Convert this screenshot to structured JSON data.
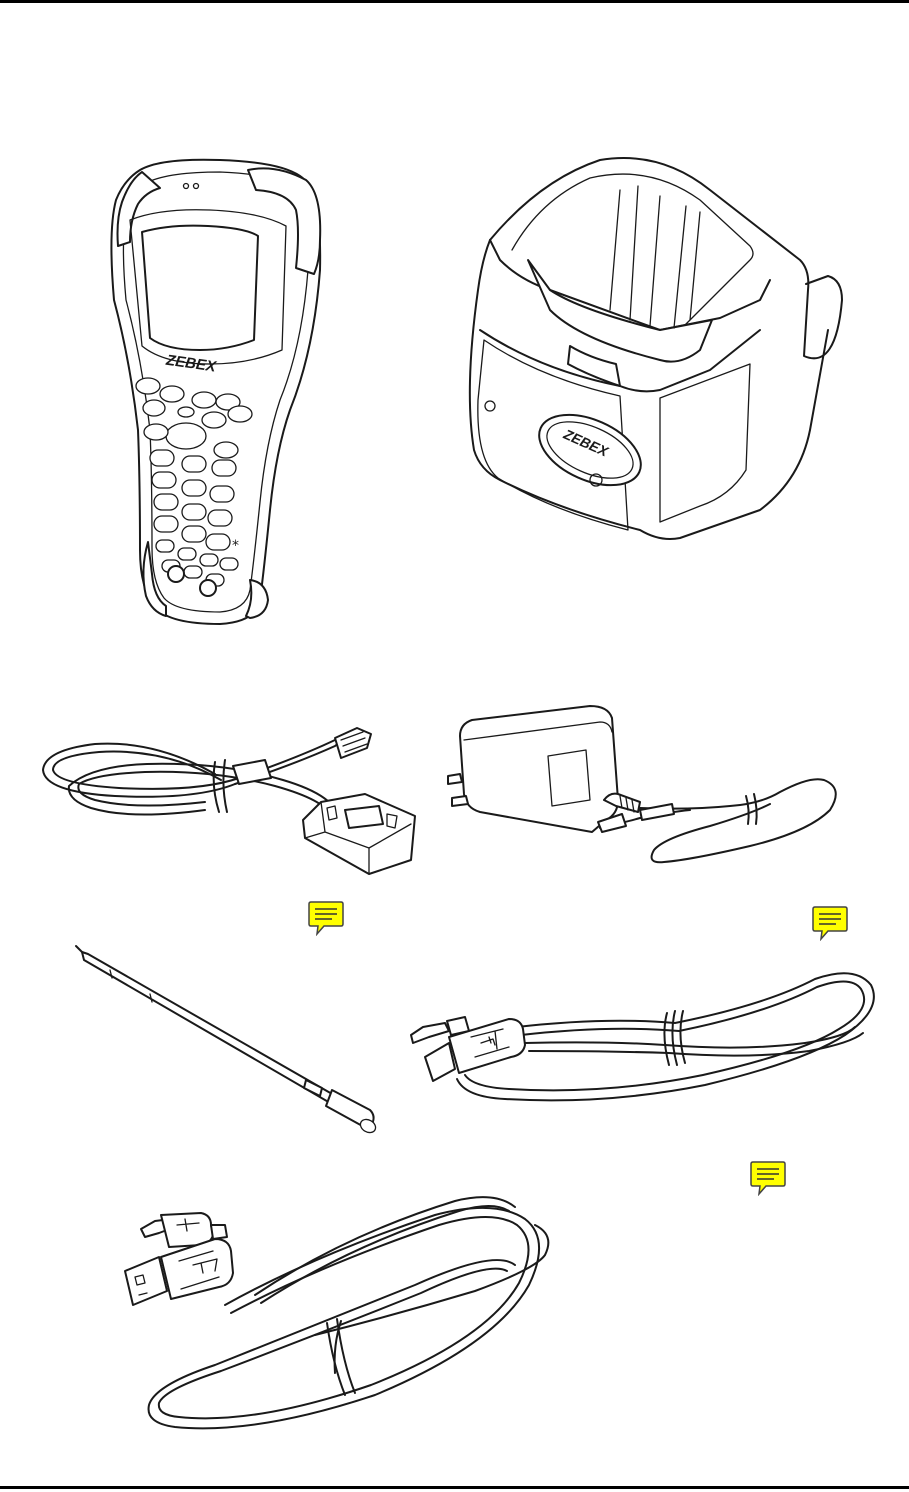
{
  "page": {
    "background": "#ffffff",
    "rule_color": "#000000"
  },
  "figures": {
    "terminal": {
      "brand": "ZEBEX",
      "icon": "handheld-terminal-icon"
    },
    "cradle": {
      "brand": "ZEBEX",
      "icon": "charging-cradle-icon"
    },
    "rs232_cable": {
      "icon": "rs232-cable-icon"
    },
    "power_adapter": {
      "icon": "power-adapter-icon"
    },
    "stylus": {
      "icon": "stylus-pen-icon"
    },
    "usb_cable_1": {
      "icon": "usb-cable-icon"
    },
    "usb_cable_2": {
      "icon": "usb-cable-icon"
    }
  },
  "annotations": {
    "color": "#ffff00",
    "icon": "comment-note-icon",
    "count": 3
  }
}
